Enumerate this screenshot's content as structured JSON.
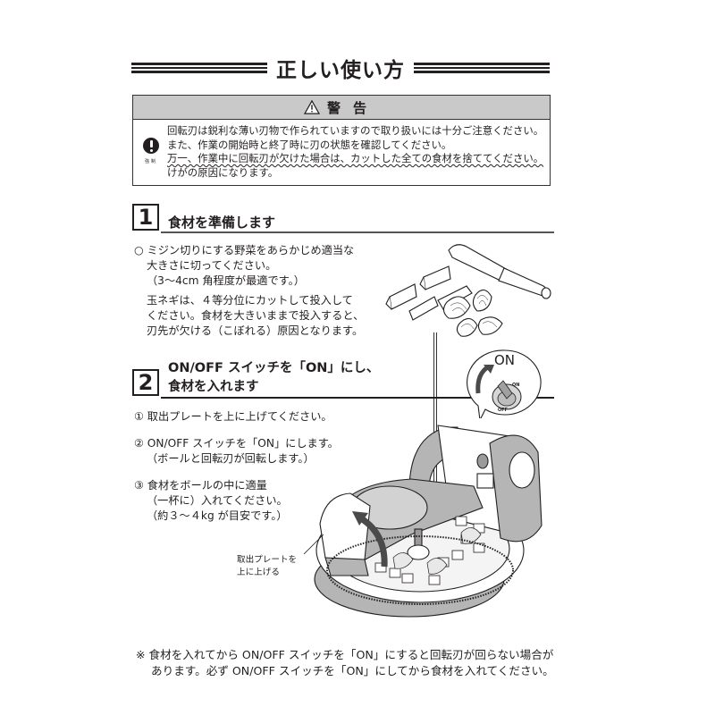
{
  "page": {
    "title": "正しい使い方"
  },
  "warning": {
    "header_icon": "warning-triangle-icon",
    "header_label": "警告",
    "side_icon": "mandatory-exclamation-icon",
    "side_icon_label": "強制",
    "lines": [
      "回転刃は鋭利な薄い刃物で作られていますので取り扱いには十分ご注意ください。",
      "また、作業の開始時と終了時に刃の状態を確認してください。",
      "万一、作業中に回転刃が欠けた場合は、カットした全ての食材を捨ててください。",
      "けがの原因になります。"
    ]
  },
  "step1": {
    "number": "1",
    "title": "食材を準備します",
    "lines": [
      "○ ミジン切りにする野菜をあらかじめ適当な",
      "大きさに切ってください。",
      "（3～4cm 角程度が最適です。）",
      "玉ネギは、４等分位にカットして投入して",
      "ください。食材を大きいままで投入すると、",
      "刃先が欠ける（こぼれる）原因となります。"
    ],
    "illustration": "knife-and-cut-vegetables-illustration"
  },
  "step2": {
    "number": "2",
    "title_line1": "ON/OFF スイッチを「ON」にし、",
    "title_line2": "食材を入れます",
    "items": [
      {
        "lines": [
          "① 取出プレートを上に上げてください。"
        ]
      },
      {
        "lines": [
          "② ON/OFF スイッチを「ON」にします。",
          "（ボールと回転刃が回転します。）"
        ]
      },
      {
        "lines": [
          "③ 食材をボールの中に適量",
          "（一杯に）入れてください。",
          "（約３～４kg が目安です。）"
        ]
      }
    ],
    "switch_callout": {
      "label": "ON",
      "switch_on": "ON",
      "switch_off": "OFF"
    },
    "plate_callout": [
      "取出プレートを",
      "上に上げる"
    ],
    "illustration": "vegetable-chopper-machine-illustration"
  },
  "footnote": {
    "lines": [
      "※ 食材を入れてから ON/OFF スイッチを「ON」にすると回転刃が回らない場合が",
      "あります。必ず ON/OFF スイッチを「ON」にしてから食材を入れてください。"
    ]
  },
  "colors": {
    "ink": "#231f20",
    "warning_header_bg": "#c9c9c9",
    "machine_gray": "#b5b5b5"
  }
}
